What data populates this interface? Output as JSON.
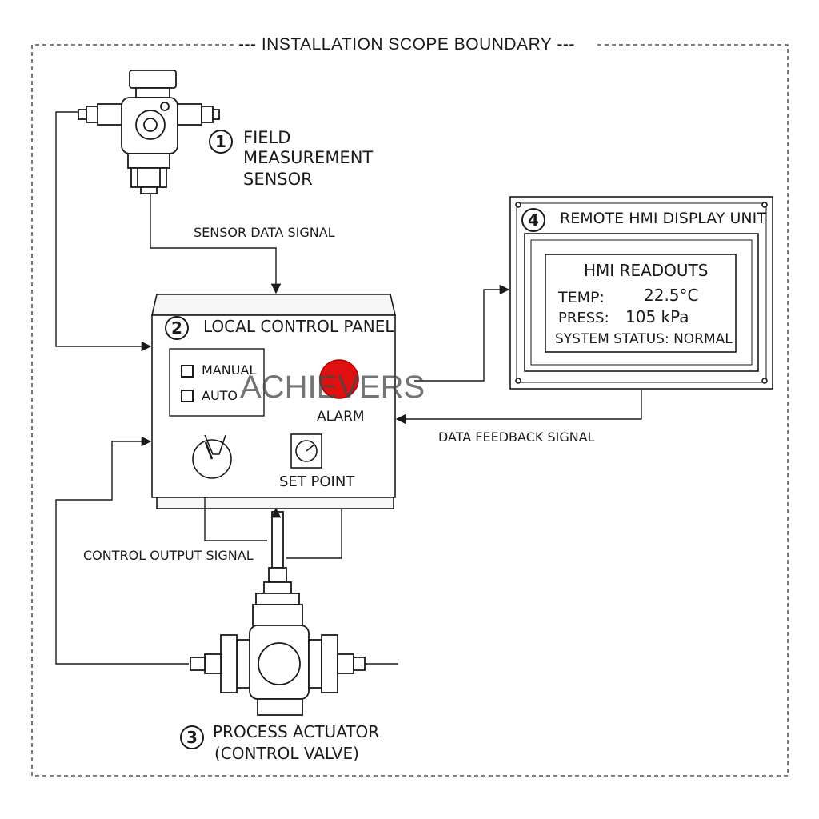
{
  "boundary": {
    "label": "--- INSTALLATION  SCOPE BOUNDARY ---"
  },
  "sensor": {
    "number": "1",
    "label_lines": [
      "FIELD",
      "MEASUREMENT",
      "SENSOR"
    ]
  },
  "signals": {
    "sensor_data": "SENSOR DATA SIGNAL",
    "data_feedback": "DATA FEEDBACK SIGNAL",
    "control_output": "CONTROL OUTPUT SIGNAL"
  },
  "panel": {
    "number": "2",
    "title": "LOCAL CONTROL PANEL",
    "mode_manual": "MANUAL",
    "mode_auto": "AUTO",
    "alarm_label": "ALARM",
    "setpoint_label": "SET POINT",
    "alarm_color": "#e01010"
  },
  "hmi": {
    "number": "4",
    "title": "REMOTE HMI DISPLAY UNIT",
    "screen_title": "HMI  READOUTS",
    "temp_label": "TEMP:",
    "temp_value": "22.5°C",
    "press_label": "PRESS:",
    "press_value": "105 kPa",
    "status_text": "SYSTEM STATUS: NORMAL"
  },
  "actuator": {
    "number": "3",
    "label_line1": "PROCESS ACTUATOR",
    "label_line2": "(CONTROL VALVE)"
  },
  "watermark": "ACHIEVERS"
}
